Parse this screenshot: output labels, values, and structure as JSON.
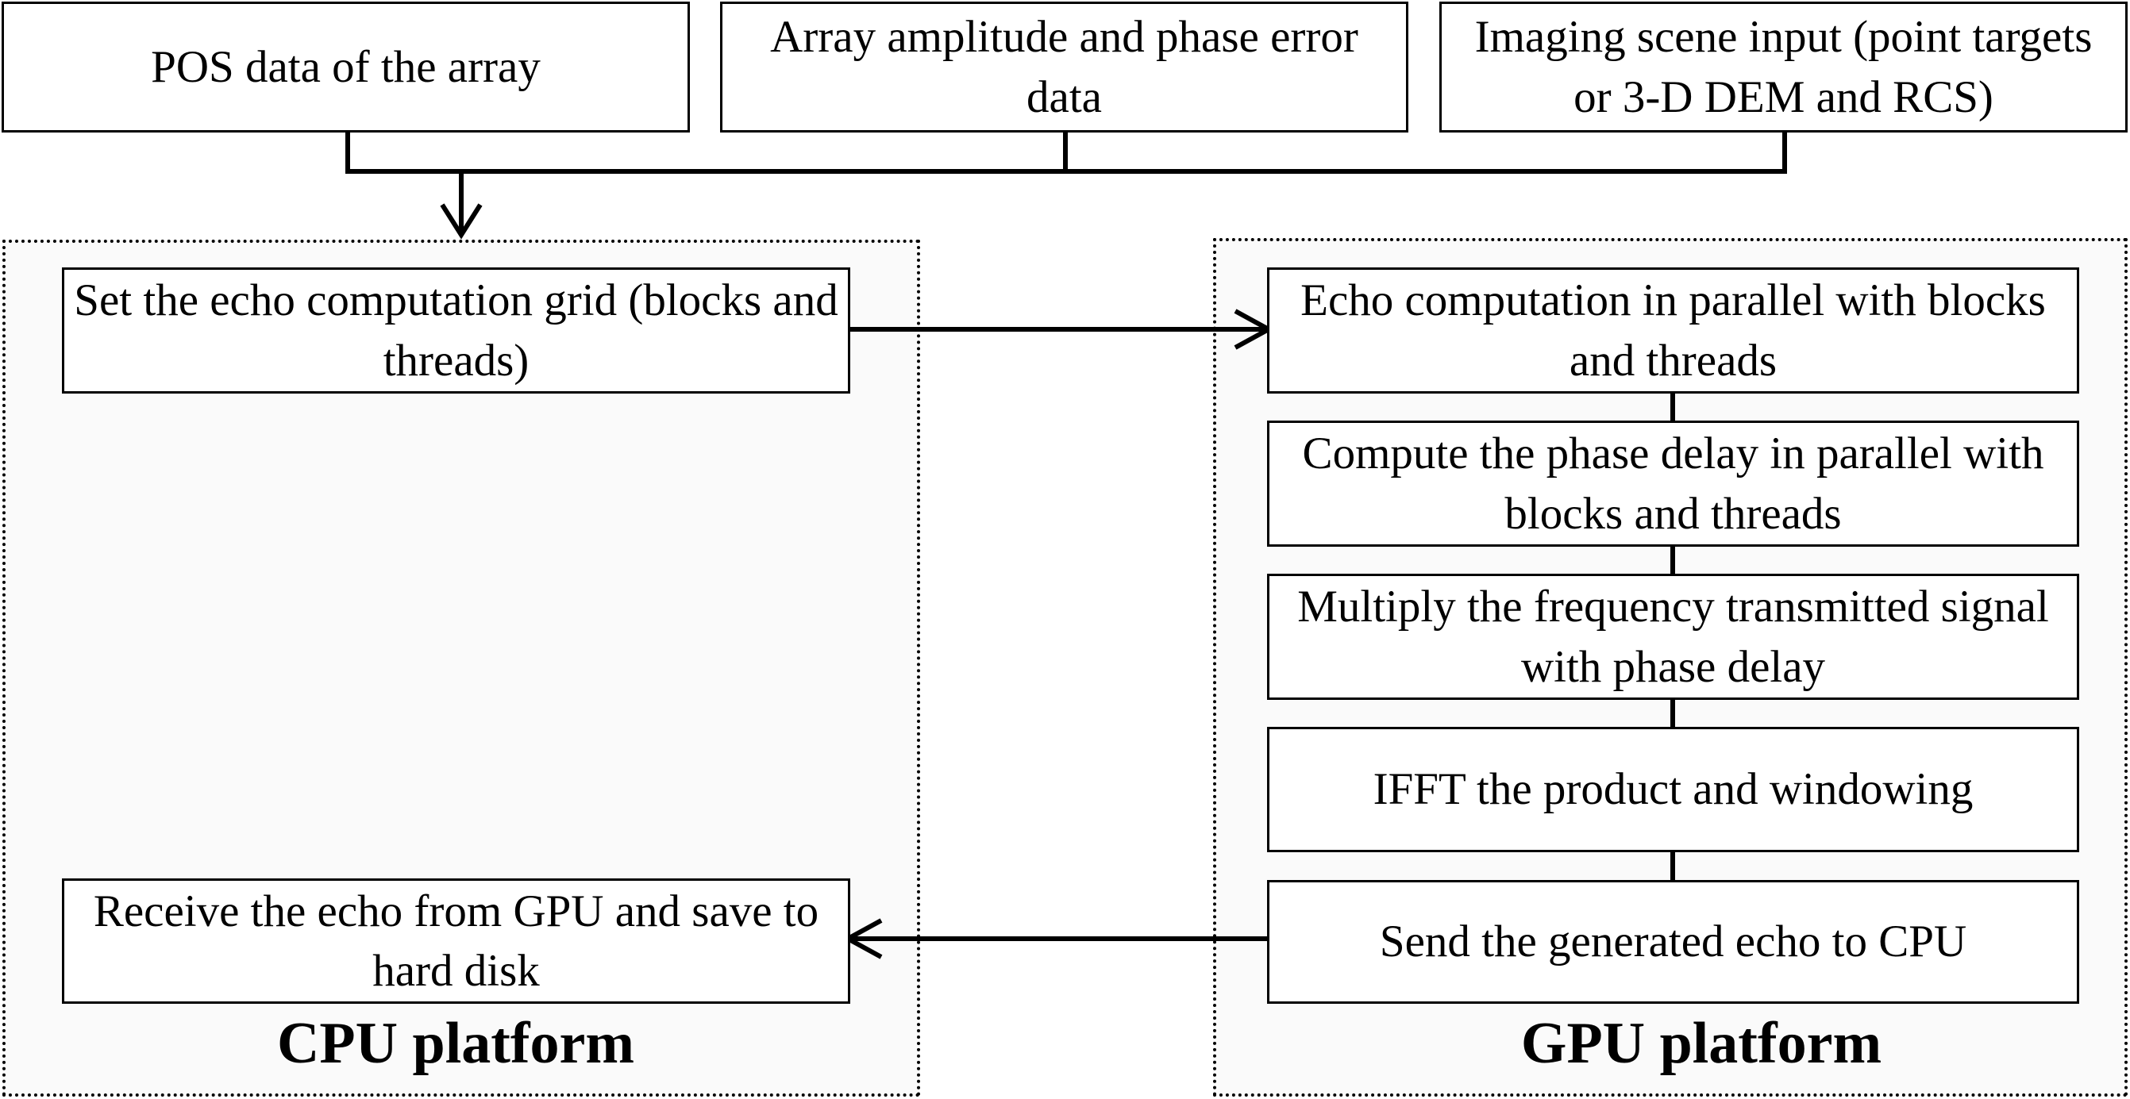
{
  "inputs": [
    {
      "text": "POS data of the array"
    },
    {
      "text": "Array amplitude and phase error data"
    },
    {
      "text": "Imaging scene input (point targets or 3-D DEM and RCS)"
    }
  ],
  "cpu": {
    "label": "CPU platform",
    "steps": [
      {
        "text": "Set the echo computation grid (blocks and threads)"
      },
      {
        "text": "Receive the echo from GPU and save to hard disk"
      }
    ]
  },
  "gpu": {
    "label": "GPU platform",
    "steps": [
      {
        "text": "Echo computation in parallel with blocks and threads"
      },
      {
        "text": "Compute the phase delay in parallel with blocks and threads"
      },
      {
        "text": "Multiply the frequency transmitted signal with phase delay"
      },
      {
        "text": "IFFT the product and windowing"
      },
      {
        "text": "Send the generated echo to CPU"
      }
    ]
  }
}
